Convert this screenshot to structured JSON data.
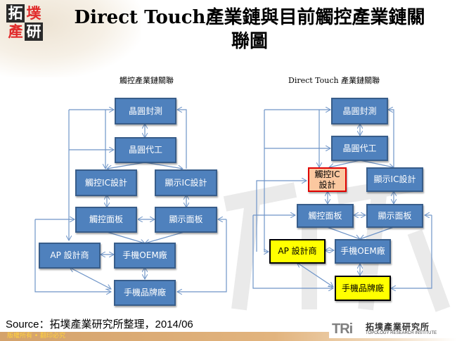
{
  "header": {
    "logo_chars": [
      "拓",
      "墣",
      "產",
      "研"
    ],
    "title_line1": "Direct Touch產業鏈與目前觸控產業鏈關",
    "title_line2": "聯圖"
  },
  "left_diagram": {
    "title": "觸控產業鏈關聯",
    "nodes": {
      "wafer_test": "晶圓封測",
      "foundry": "晶圓代工",
      "touch_ic": "觸控IC設計",
      "display_ic": "顯示IC設計",
      "touch_panel": "觸控面板",
      "display_panel": "顯示面板",
      "ap_design": "AP 設計商",
      "phone_oem": "手機OEM廠",
      "phone_brand": "手機品牌廠"
    }
  },
  "right_diagram": {
    "title": "Direct Touch 產業鏈關聯",
    "nodes": {
      "wafer_test": "晶圓封測",
      "foundry": "晶圓代工",
      "touch_ic": "觸控IC\n設計",
      "touch_ic_l1": "觸控IC",
      "touch_ic_l2": "設計",
      "display_ic": "顯示IC設計",
      "touch_panel": "觸控面板",
      "display_panel": "顯示面板",
      "ap_design": "AP 設計商",
      "phone_oem": "手機OEM廠",
      "phone_brand": "手機品牌廠"
    },
    "highlight_colors": {
      "touch_ic_fill": "#fbc8a0",
      "touch_ic_border": "#e00000",
      "yellow_fill": "#ffff00"
    }
  },
  "colors": {
    "box_fill": "#4f81bd",
    "box_border": "#385d8a",
    "connector": "#6f95c8"
  },
  "source": "Source：拓墣產業研究所整理，2014/06",
  "footer": {
    "copyright": "版權所有 • 翻印必究",
    "brand_mark": "TRi",
    "brand_cn": "拓墣產業研究所",
    "brand_en": "TOPOLOGY RESEARCH INSTITUTE"
  }
}
